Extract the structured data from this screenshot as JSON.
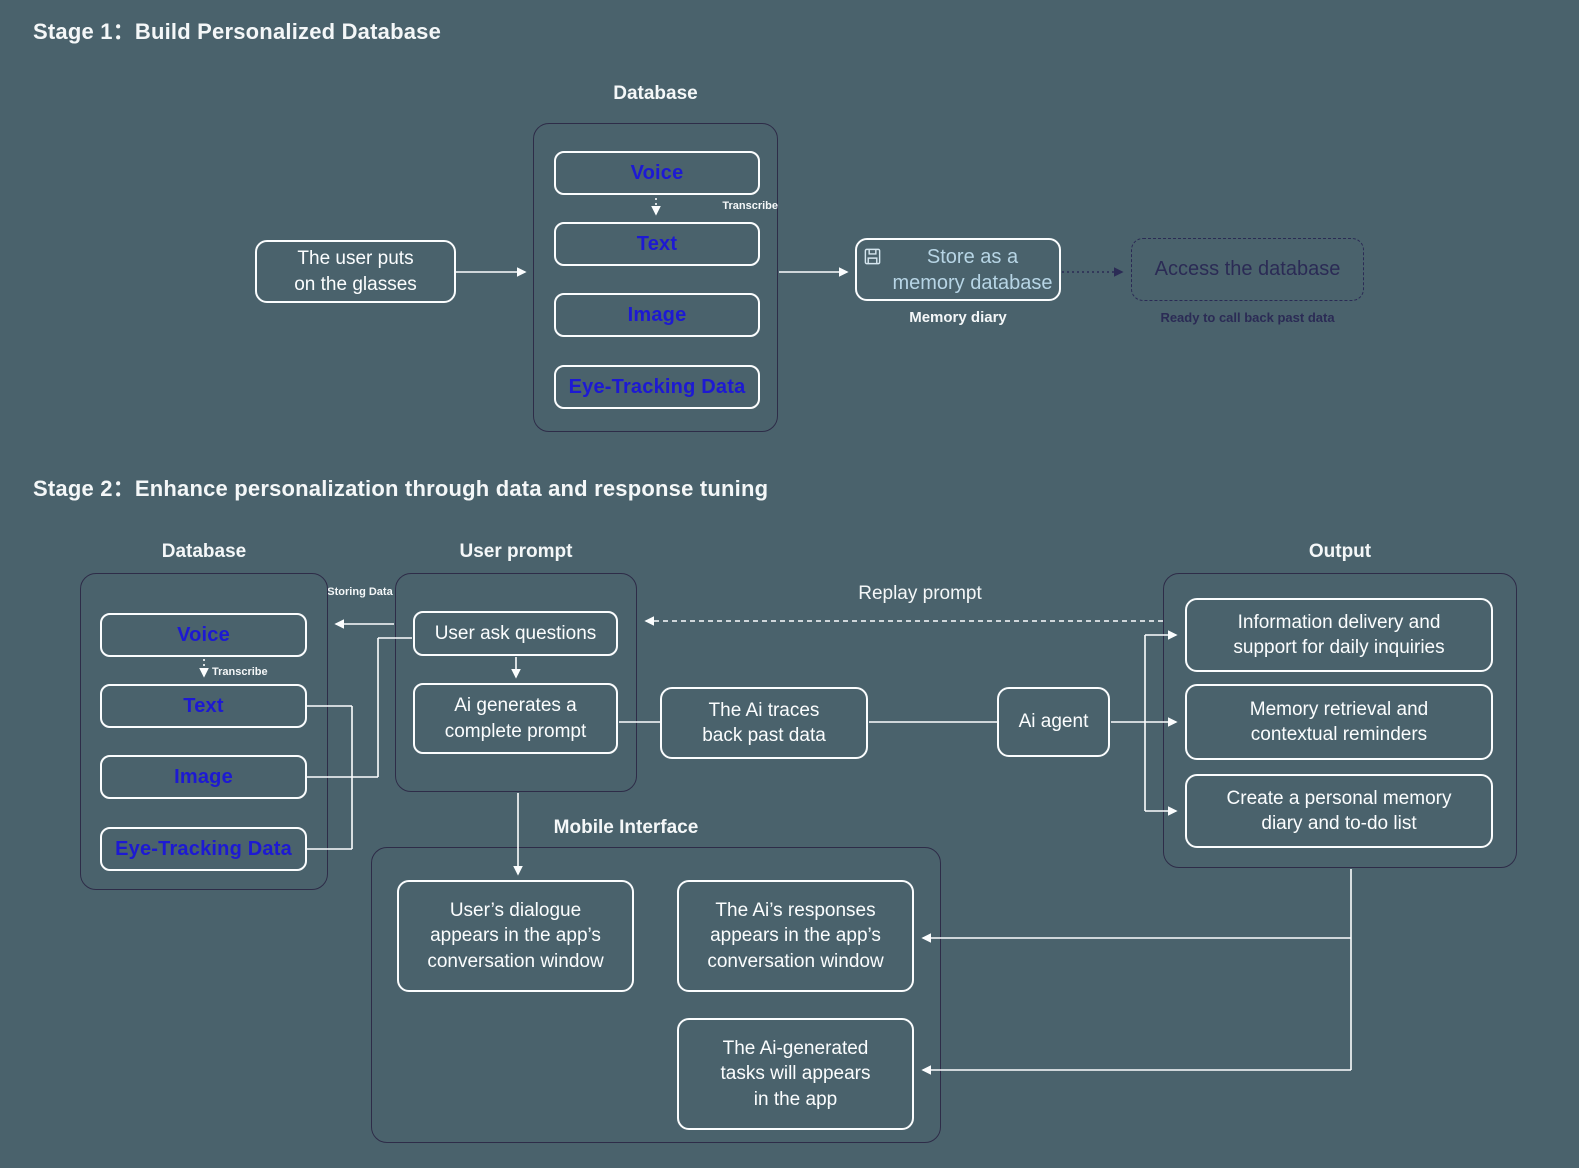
{
  "colors": {
    "background": "#4a626c",
    "data_text_blue": "#1d19d3",
    "store_text_light_blue": "#b7d5e5",
    "muted_navy": "#2b2b55",
    "box_border_white": "#fbfdfe",
    "container_border_navy": "#2e2c48"
  },
  "stage1": {
    "title": "Stage 1：Build Personalized Database",
    "database": {
      "label": "Database",
      "items": [
        "Voice",
        "Text",
        "Image",
        "Eye-Tracking Data"
      ],
      "transcribe_label": "Transcribe"
    },
    "glasses_box": "The user puts\non the glasses",
    "store_box": {
      "icon": "save-icon",
      "text": "Store as a\nmemory database",
      "caption": "Memory diary"
    },
    "access_box": {
      "text": "Access the database",
      "caption": "Ready to call back past data"
    }
  },
  "stage2": {
    "title": "Stage 2：Enhance personalization through data and response tuning",
    "database": {
      "label": "Database",
      "items": [
        "Voice",
        "Text",
        "Image",
        "Eye-Tracking Data"
      ],
      "transcribe_label": "Transcribe"
    },
    "storing_data_label": "Storing Data",
    "user_prompt": {
      "label": "User prompt",
      "ask_box": "User ask questions",
      "generate_box": "Ai generates a\ncomplete prompt"
    },
    "replay_label": "Replay prompt",
    "traces_box": "The Ai traces\nback past data",
    "agent_box": "Ai agent",
    "output": {
      "label": "Output",
      "items": [
        "Information delivery and\nsupport for daily inquiries",
        "Memory retrieval and\ncontextual reminders",
        "Create a personal memory\ndiary and to-do list"
      ]
    },
    "mobile": {
      "label": "Mobile Interface",
      "dialog_box": "User’s dialogue\nappears in the app’s\nconversation window",
      "responses_box": "The Ai’s responses\nappears in the app’s\nconversation window",
      "tasks_box": "The Ai-generated\ntasks will appears\nin the app"
    }
  }
}
